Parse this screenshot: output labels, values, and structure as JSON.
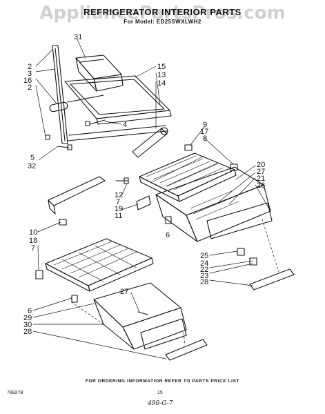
{
  "watermark": "AppliancePartsPros.com",
  "header": {
    "title": "REFRIGERATOR INTERIOR PARTS",
    "model_line": "For Model: ED25SWXLWH2"
  },
  "callouts": [
    {
      "id": "31",
      "label": "31"
    },
    {
      "id": "2a",
      "label": "2"
    },
    {
      "id": "3",
      "label": "3"
    },
    {
      "id": "16",
      "label": "16"
    },
    {
      "id": "2b",
      "label": "2"
    },
    {
      "id": "15",
      "label": "15"
    },
    {
      "id": "13",
      "label": "13"
    },
    {
      "id": "14",
      "label": "14"
    },
    {
      "id": "4",
      "label": "4"
    },
    {
      "id": "9",
      "label": "9"
    },
    {
      "id": "17",
      "label": "17"
    },
    {
      "id": "8",
      "label": "8"
    },
    {
      "id": "5",
      "label": "5"
    },
    {
      "id": "32",
      "label": "32"
    },
    {
      "id": "20",
      "label": "20"
    },
    {
      "id": "27a",
      "label": "27"
    },
    {
      "id": "21",
      "label": "21"
    },
    {
      "id": "26",
      "label": "26"
    },
    {
      "id": "12",
      "label": "12"
    },
    {
      "id": "7a",
      "label": "7"
    },
    {
      "id": "19",
      "label": "19"
    },
    {
      "id": "11",
      "label": "11"
    },
    {
      "id": "6a",
      "label": "6"
    },
    {
      "id": "10",
      "label": "10"
    },
    {
      "id": "18",
      "label": "18"
    },
    {
      "id": "7b",
      "label": "7"
    },
    {
      "id": "25",
      "label": "25"
    },
    {
      "id": "24",
      "label": "24"
    },
    {
      "id": "22",
      "label": "22"
    },
    {
      "id": "23",
      "label": "23"
    },
    {
      "id": "28a",
      "label": "28"
    },
    {
      "id": "27b",
      "label": "27"
    },
    {
      "id": "6b",
      "label": "6"
    },
    {
      "id": "29",
      "label": "29"
    },
    {
      "id": "30",
      "label": "30"
    },
    {
      "id": "28b",
      "label": "28"
    }
  ],
  "footer": {
    "ordering_note": "FOR ORDERING INFORMATION REFER TO PARTS PRICE LIST",
    "publication_number": "789278",
    "page_number": "15",
    "handwritten_note": "490-G-7"
  }
}
